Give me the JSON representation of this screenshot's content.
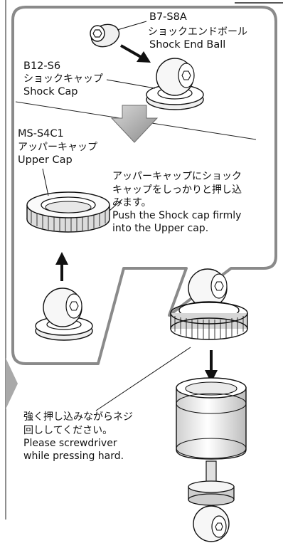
{
  "parts": {
    "b7": {
      "code": "B7-S8A",
      "jp": "ショックエンドボール",
      "en": "Shock End  Ball"
    },
    "b12": {
      "code": "B12-S6",
      "jp": "ショックキャップ",
      "en": "Shock Cap"
    },
    "ms": {
      "code": "MS-S4C1",
      "jp": "アッパーキャップ",
      "en": "Upper Cap"
    }
  },
  "notes": {
    "push": {
      "jp1": "アッパーキャップにショック",
      "jp2": "キャップをしっかりと押し込",
      "jp3": "みます。",
      "en1": "Push the Shock cap firmly",
      "en2": "into the Upper cap."
    },
    "screw": {
      "jp1": "強く押し込みながらネジ",
      "jp2": "回ししてください。",
      "en1": "Please screwdriver",
      "en2": "while pressing hard."
    }
  },
  "colors": {
    "line": "#111111",
    "callout_border": "#8a8a8a",
    "arrow_gray": "#9a9a9a",
    "part_light": "#f2f2f2"
  }
}
